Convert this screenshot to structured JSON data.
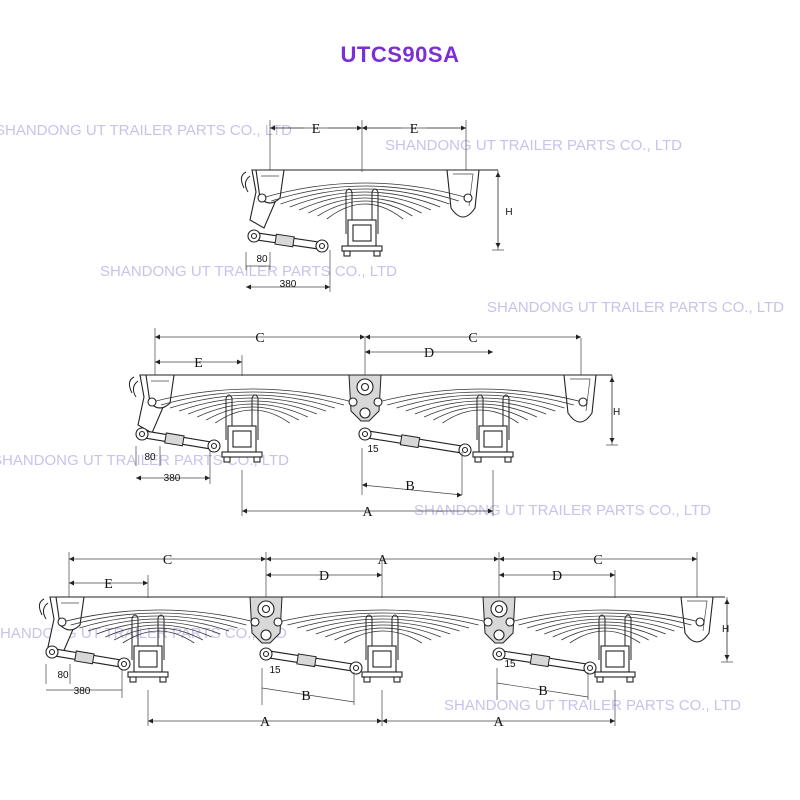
{
  "title": "UTCS90SA",
  "watermark": "SHANDONG UT TRAILER PARTS CO., LTD",
  "colors": {
    "title": "#7b2fd4",
    "watermark": "#c9c2ea",
    "drawing": "#222222"
  },
  "dims": {
    "A": "A",
    "B": "B",
    "C": "C",
    "D": "D",
    "E": "E",
    "H": "H",
    "d80": "80",
    "d380": "380",
    "d15": "15"
  },
  "assemblies": [
    {
      "name": "single-axle",
      "axles": 1
    },
    {
      "name": "tandem-axle",
      "axles": 2
    },
    {
      "name": "tri-axle",
      "axles": 3
    }
  ]
}
